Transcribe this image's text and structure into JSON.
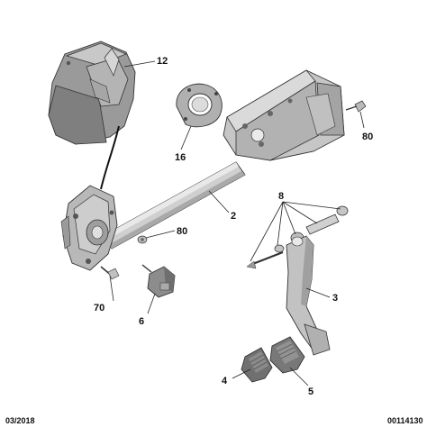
{
  "callouts": {
    "c12": "12",
    "c16": "16",
    "c80a": "80",
    "c2": "2",
    "c8": "8",
    "c80b": "80",
    "c3": "3",
    "c70": "70",
    "c6": "6",
    "c4": "4",
    "c5": "5"
  },
  "footer": {
    "date": "03/2018",
    "ref": "00114130"
  },
  "colors": {
    "part_fill": "#bdbdbd",
    "part_dark": "#8f8f8f",
    "part_light": "#d9d9d9",
    "line": "#333333"
  }
}
